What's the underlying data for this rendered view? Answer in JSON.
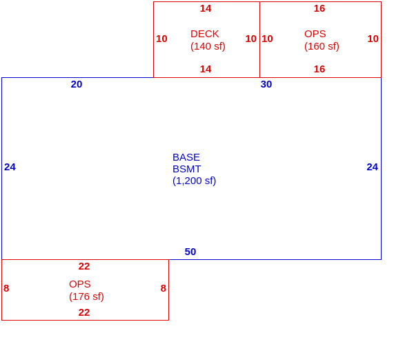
{
  "areas": {
    "base": {
      "line1": "BASE",
      "line2": "BSMT",
      "line3": "(1,200 sf)",
      "dims": {
        "top_left": "20",
        "top_right": "30",
        "left": "24",
        "right": "24",
        "bottom": "50"
      },
      "color": "#0000cc"
    },
    "deck": {
      "line1": "DECK",
      "line2": "(140 sf)",
      "dims": {
        "top": "14",
        "bottom": "14",
        "left": "10",
        "right": "10"
      },
      "color": "#dd0000"
    },
    "ops_top": {
      "line1": "OPS",
      "line2": "(160 sf)",
      "dims": {
        "top": "16",
        "bottom": "16",
        "left": "10",
        "right": "10"
      },
      "color": "#dd0000"
    },
    "ops_bottom": {
      "line1": "OPS",
      "line2": "(176 sf)",
      "dims": {
        "top": "22",
        "bottom": "22",
        "left": "8",
        "right": "8"
      },
      "color": "#dd0000"
    }
  }
}
